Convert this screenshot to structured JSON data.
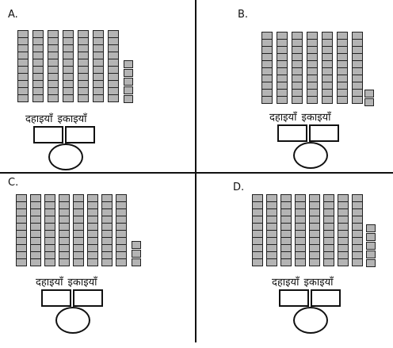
{
  "labels": {
    "place_tens": "दहाइयाँ",
    "place_ones": "इकाइयाँ"
  },
  "options": [
    {
      "letter": "A.",
      "tens": 7,
      "ones": 5
    },
    {
      "letter": "B.",
      "tens": 7,
      "ones": 2
    },
    {
      "letter": "C.",
      "tens": 8,
      "ones": 3
    },
    {
      "letter": "D.",
      "tens": 8,
      "ones": 5
    }
  ],
  "colors": {
    "block_fill": "#b4b4b4",
    "line": "#111111"
  }
}
